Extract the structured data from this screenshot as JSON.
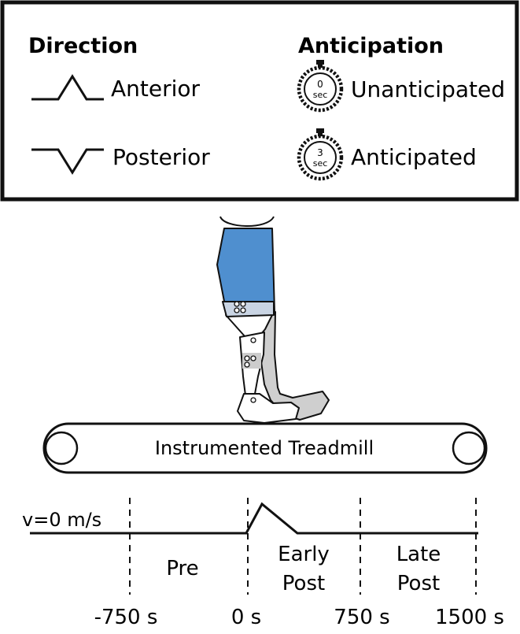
{
  "legend": {
    "direction": {
      "title": "Direction",
      "items": [
        {
          "label": "Anterior",
          "icon": "anterior-pulse-icon"
        },
        {
          "label": "Posterior",
          "icon": "posterior-pulse-icon"
        }
      ]
    },
    "anticipation": {
      "title": "Anticipation",
      "items": [
        {
          "label": "Unanticipated",
          "icon": "stopwatch-icon",
          "dial_value": "0",
          "dial_unit": "sec"
        },
        {
          "label": "Anticipated",
          "icon": "stopwatch-icon",
          "dial_value": "3",
          "dial_unit": "sec"
        }
      ]
    }
  },
  "illustration": {
    "icon": "walking-legs-icon",
    "colors": {
      "shorts": "#4f8fcf",
      "shorts_band": "#c9d4e3",
      "back_leg": "#cfcfcf",
      "marker_band": "#cccccc"
    }
  },
  "treadmill": {
    "label": "Instrumented Treadmill"
  },
  "timeline": {
    "velocity_label": "v=0 m/s",
    "ticks": [
      "-750 s",
      "0 s",
      "750 s",
      "1500 s"
    ],
    "phases": [
      {
        "lines": [
          "Pre"
        ]
      },
      {
        "lines": [
          "Early",
          "Post"
        ]
      },
      {
        "lines": [
          "Late",
          "Post"
        ]
      }
    ]
  }
}
